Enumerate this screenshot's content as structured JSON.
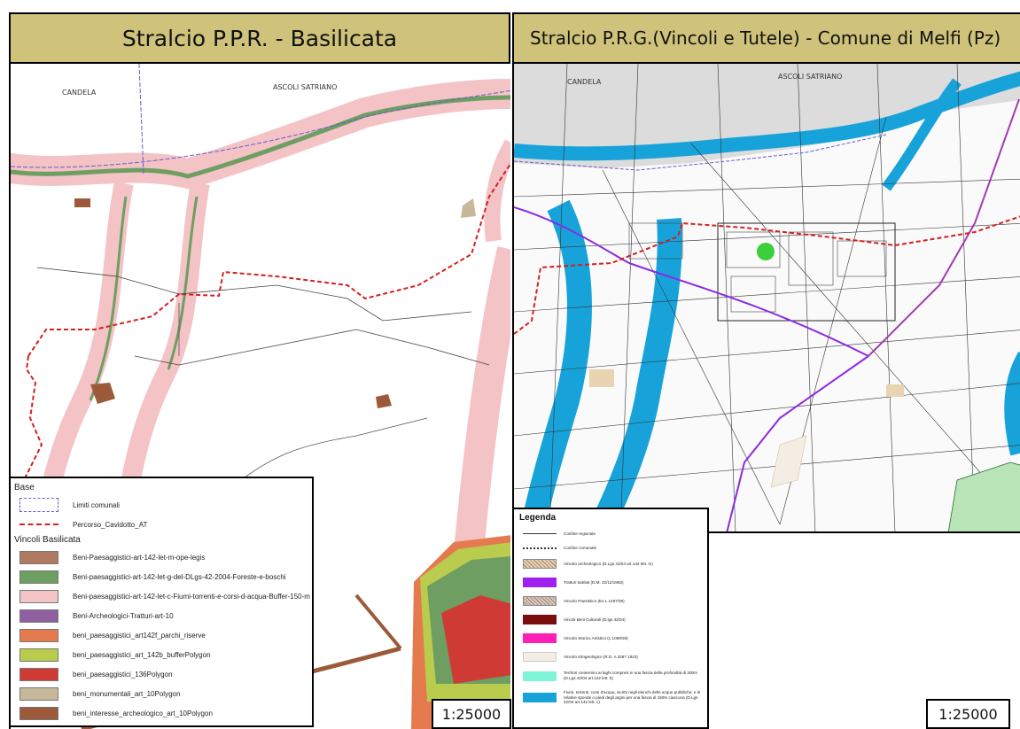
{
  "titles": {
    "left": "Stralcio P.P.R. - Basilicata",
    "right": "Stralcio P.R.G.(Vincoli e Tutele) - Comune di Melfi (Pz)"
  },
  "map_left": {
    "places": [
      "CANDELA",
      "ASCOLI SATRIANO"
    ],
    "scale": "1:25000"
  },
  "map_right": {
    "places": [
      "CANDELA",
      "ASCOLI SATRIANO"
    ],
    "scale": "1:25000"
  },
  "legend_left": {
    "group_base": "Base",
    "base_items": [
      {
        "label": "Limiti comunali",
        "style": "dashed-purple"
      },
      {
        "label": "Percorso_Cavidotto_AT",
        "style": "dashed-red"
      }
    ],
    "group_vincoli": "Vincoli Basilicata",
    "items": [
      {
        "label": "Beni-Paesaggistici-art-142-let-m-ope-legis",
        "color": "#b07a62"
      },
      {
        "label": "Beni-paesaggistici-art-142-let-g-del-DLgs-42-2004-Foreste-e-boschi",
        "color": "#6e9e62"
      },
      {
        "label": "Beni-paesaggistici-art-142-let-c-Fiumi-torrenti-e-corsi-d-acqua-Buffer-150-m",
        "color": "#f4c3c6"
      },
      {
        "label": "Beni-Archeologici-Tratturi-art-10",
        "color": "#8f5fa0"
      },
      {
        "label": "beni_paesaggistici_art142f_parchi_riserve",
        "color": "#e57a4e"
      },
      {
        "label": "beni_paesaggistici_art_142b_bufferPolygon",
        "color": "#b9cc4e"
      },
      {
        "label": "beni_paesaggistici_136Polygon",
        "color": "#d03a34"
      },
      {
        "label": "beni_monumentali_art_10Polygon",
        "color": "#c8b89a"
      },
      {
        "label": "beni_interesse_archeologico_art_10Polygon",
        "color": "#9c5a3a"
      }
    ]
  },
  "legend_right": {
    "title": "Legenda",
    "items": [
      {
        "label": "Confine regionale",
        "color": "",
        "style": "line-cross"
      },
      {
        "label": "Confine comunale",
        "color": "",
        "style": "line-dots"
      },
      {
        "label": "Vincolo archeologico (D.Lgs 42/04 art.142 lett. m)",
        "color": "#e8d4b0",
        "style": "hatch"
      },
      {
        "label": "Tratturi tutelati (D.M. 22/12/1983)",
        "color": "#a020f0",
        "style": "fill"
      },
      {
        "label": "Vincolo Paesistico (Ex L.1497/39)",
        "color": "#d8c8c0",
        "style": "hatch"
      },
      {
        "label": "Vincoli Beni Culturali (D.lgs 42/04)",
        "color": "#7a0d0d",
        "style": "fill"
      },
      {
        "label": "Vincolo Storico Artistico (L.1089/39)",
        "color": "#ff1fb4",
        "style": "fill"
      },
      {
        "label": "Vincolo idrogeologico (R.D. n.3267 1923)",
        "color": "#f4ede4",
        "style": "dots"
      },
      {
        "label": "Territori contermini ai laghi compresi in una fascia della profondità di 300m (D.Lgs 42/04 art.142 lett. b)",
        "color": "#7ff5d8",
        "style": "fill"
      },
      {
        "label": "Fiumi, torrenti, corsi d'acqua, iscritti negli elenchi delle acque pubbliche, e le relative sponde o piedi degli argini per una fascia di 150m ciascuna (D.Lgs 42/04 art.142 lett. c)",
        "color": "#17a3da",
        "style": "fill"
      }
    ]
  }
}
